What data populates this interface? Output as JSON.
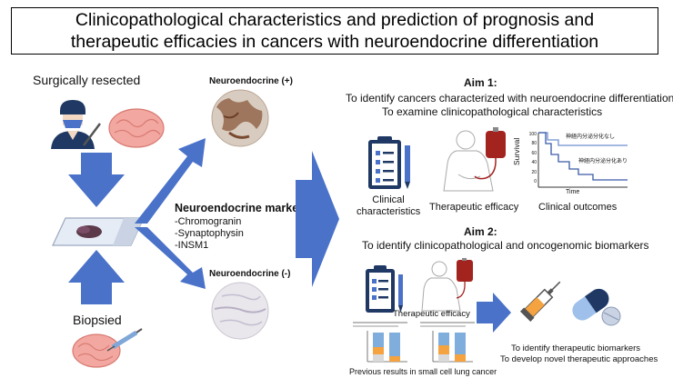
{
  "title": {
    "line1": "Clinicopathological characteristics and prediction of prognosis and",
    "line2": "therapeutic efficacies in cancers with neuroendocrine differentiation"
  },
  "left": {
    "surgical_label": "Surgically  resected",
    "biopsy_label": "Biopsied"
  },
  "middle": {
    "ne_positive_label": "Neuroendocrine (+)",
    "ne_negative_label": "Neuroendocrine (-)",
    "markers_title": "Neuroendocrine markers",
    "markers": [
      "-Chromogranin",
      "-Synaptophysin",
      "-INSM1"
    ]
  },
  "aim1": {
    "heading": "Aim 1:",
    "line1": "To identify cancers characterized with neuroendocrine differentiation",
    "line2": "To examine clinicopathological characteristics",
    "icon_labels": {
      "clinical_line1": "Clinical",
      "clinical_line2": "characteristics",
      "therapeutic": "Therapeutic  efficacy",
      "outcomes": "Clinical outcomes"
    },
    "survival_chart": {
      "ylabel": "Survival",
      "xlabel": "Time",
      "y_ticks": [
        "100",
        "80",
        "60",
        "40",
        "20",
        "0"
      ],
      "series_labels": [
        "神経内分泌分化なし",
        "神経内分泌分化あり"
      ]
    }
  },
  "aim2": {
    "heading": "Aim 2:",
    "line1": "To identify clinicopathological and oncogenomic biomarkers",
    "therapeutic_label": "Therapeutic efficacy",
    "previous_label": "Previous results in small cell lung cancer",
    "result_line1": "To identify therapeutic biomarkers",
    "result_line2": "To develop novel therapeutic approaches"
  },
  "colors": {
    "arrow_blue": "#4a72c9",
    "icon_navy": "#1f3864",
    "blood_red": "#a3231f",
    "brain_pink": "#f2a7a0",
    "tissue_brown": "#8b5a3c"
  }
}
